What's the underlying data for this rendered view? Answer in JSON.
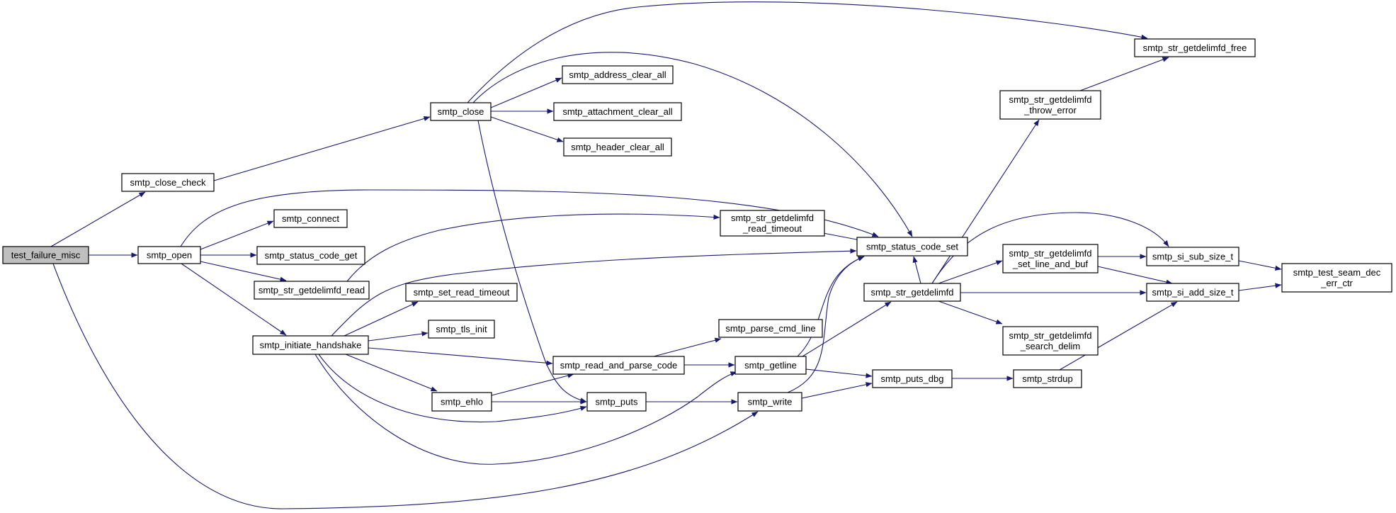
{
  "diagram": {
    "type": "call-graph",
    "colors": {
      "edge": "#191970",
      "node_fill": "#ffffff",
      "root_fill": "#bfbfbf",
      "border": "#000000"
    },
    "nodes": [
      {
        "id": "n0",
        "lines": [
          "test_failure_misc"
        ],
        "root": true
      },
      {
        "id": "n1",
        "lines": [
          "smtp_close_check"
        ]
      },
      {
        "id": "n2",
        "lines": [
          "smtp_close"
        ]
      },
      {
        "id": "n3",
        "lines": [
          "smtp_address_clear_all"
        ]
      },
      {
        "id": "n4",
        "lines": [
          "smtp_attachment_clear_all"
        ]
      },
      {
        "id": "n5",
        "lines": [
          "smtp_header_clear_all"
        ]
      },
      {
        "id": "n6",
        "lines": [
          "smtp_status_code_set"
        ]
      },
      {
        "id": "n7",
        "lines": [
          "smtp_str_getdelimfd_free"
        ]
      },
      {
        "id": "n8",
        "lines": [
          "smtp_puts"
        ]
      },
      {
        "id": "n9",
        "lines": [
          "smtp_open"
        ]
      },
      {
        "id": "n10",
        "lines": [
          "smtp_connect"
        ]
      },
      {
        "id": "n11",
        "lines": [
          "smtp_status_code_get"
        ]
      },
      {
        "id": "n12",
        "lines": [
          "smtp_str_getdelimfd_read"
        ]
      },
      {
        "id": "n13",
        "lines": [
          "smtp_initiate_handshake"
        ]
      },
      {
        "id": "n14",
        "lines": [
          "smtp_str_getdelimfd",
          "_read_timeout"
        ]
      },
      {
        "id": "n15",
        "lines": [
          "smtp_set_read_timeout"
        ]
      },
      {
        "id": "n16",
        "lines": [
          "smtp_tls_init"
        ]
      },
      {
        "id": "n17",
        "lines": [
          "smtp_read_and_parse_code"
        ]
      },
      {
        "id": "n18",
        "lines": [
          "smtp_ehlo"
        ]
      },
      {
        "id": "n19",
        "lines": [
          "smtp_parse_cmd_line"
        ]
      },
      {
        "id": "n20",
        "lines": [
          "smtp_getline"
        ]
      },
      {
        "id": "n21",
        "lines": [
          "smtp_write"
        ]
      },
      {
        "id": "n22",
        "lines": [
          "smtp_str_getdelimfd"
        ]
      },
      {
        "id": "n23",
        "lines": [
          "smtp_puts_dbg"
        ]
      },
      {
        "id": "n24",
        "lines": [
          "smtp_str_getdelimfd",
          "_throw_error"
        ]
      },
      {
        "id": "n25",
        "lines": [
          "smtp_str_getdelimfd",
          "_set_line_and_buf"
        ]
      },
      {
        "id": "n26",
        "lines": [
          "smtp_str_getdelimfd",
          "_search_delim"
        ]
      },
      {
        "id": "n27",
        "lines": [
          "smtp_strdup"
        ]
      },
      {
        "id": "n28",
        "lines": [
          "smtp_si_sub_size_t"
        ]
      },
      {
        "id": "n29",
        "lines": [
          "smtp_si_add_size_t"
        ]
      },
      {
        "id": "n30",
        "lines": [
          "smtp_test_seam_dec",
          "_err_ctr"
        ]
      }
    ],
    "edges": [
      [
        "n0",
        "n1"
      ],
      [
        "n0",
        "n9"
      ],
      [
        "n0",
        "n21"
      ],
      [
        "n1",
        "n2"
      ],
      [
        "n2",
        "n3"
      ],
      [
        "n2",
        "n4"
      ],
      [
        "n2",
        "n5"
      ],
      [
        "n2",
        "n6"
      ],
      [
        "n2",
        "n7"
      ],
      [
        "n2",
        "n8"
      ],
      [
        "n9",
        "n6"
      ],
      [
        "n9",
        "n10"
      ],
      [
        "n9",
        "n11"
      ],
      [
        "n9",
        "n12"
      ],
      [
        "n9",
        "n13"
      ],
      [
        "n12",
        "n14"
      ],
      [
        "n14",
        "n6"
      ],
      [
        "n13",
        "n6"
      ],
      [
        "n13",
        "n15"
      ],
      [
        "n13",
        "n16"
      ],
      [
        "n13",
        "n17"
      ],
      [
        "n13",
        "n18"
      ],
      [
        "n13",
        "n8"
      ],
      [
        "n13",
        "n20"
      ],
      [
        "n17",
        "n19"
      ],
      [
        "n17",
        "n20"
      ],
      [
        "n18",
        "n17"
      ],
      [
        "n18",
        "n8"
      ],
      [
        "n8",
        "n21"
      ],
      [
        "n20",
        "n6"
      ],
      [
        "n20",
        "n22"
      ],
      [
        "n20",
        "n23"
      ],
      [
        "n21",
        "n6"
      ],
      [
        "n21",
        "n23"
      ],
      [
        "n22",
        "n6"
      ],
      [
        "n22",
        "n24"
      ],
      [
        "n22",
        "n25"
      ],
      [
        "n22",
        "n26"
      ],
      [
        "n22",
        "n28"
      ],
      [
        "n22",
        "n29"
      ],
      [
        "n24",
        "n7"
      ],
      [
        "n25",
        "n28"
      ],
      [
        "n25",
        "n29"
      ],
      [
        "n23",
        "n27"
      ],
      [
        "n27",
        "n29"
      ],
      [
        "n28",
        "n30"
      ],
      [
        "n29",
        "n30"
      ]
    ]
  }
}
